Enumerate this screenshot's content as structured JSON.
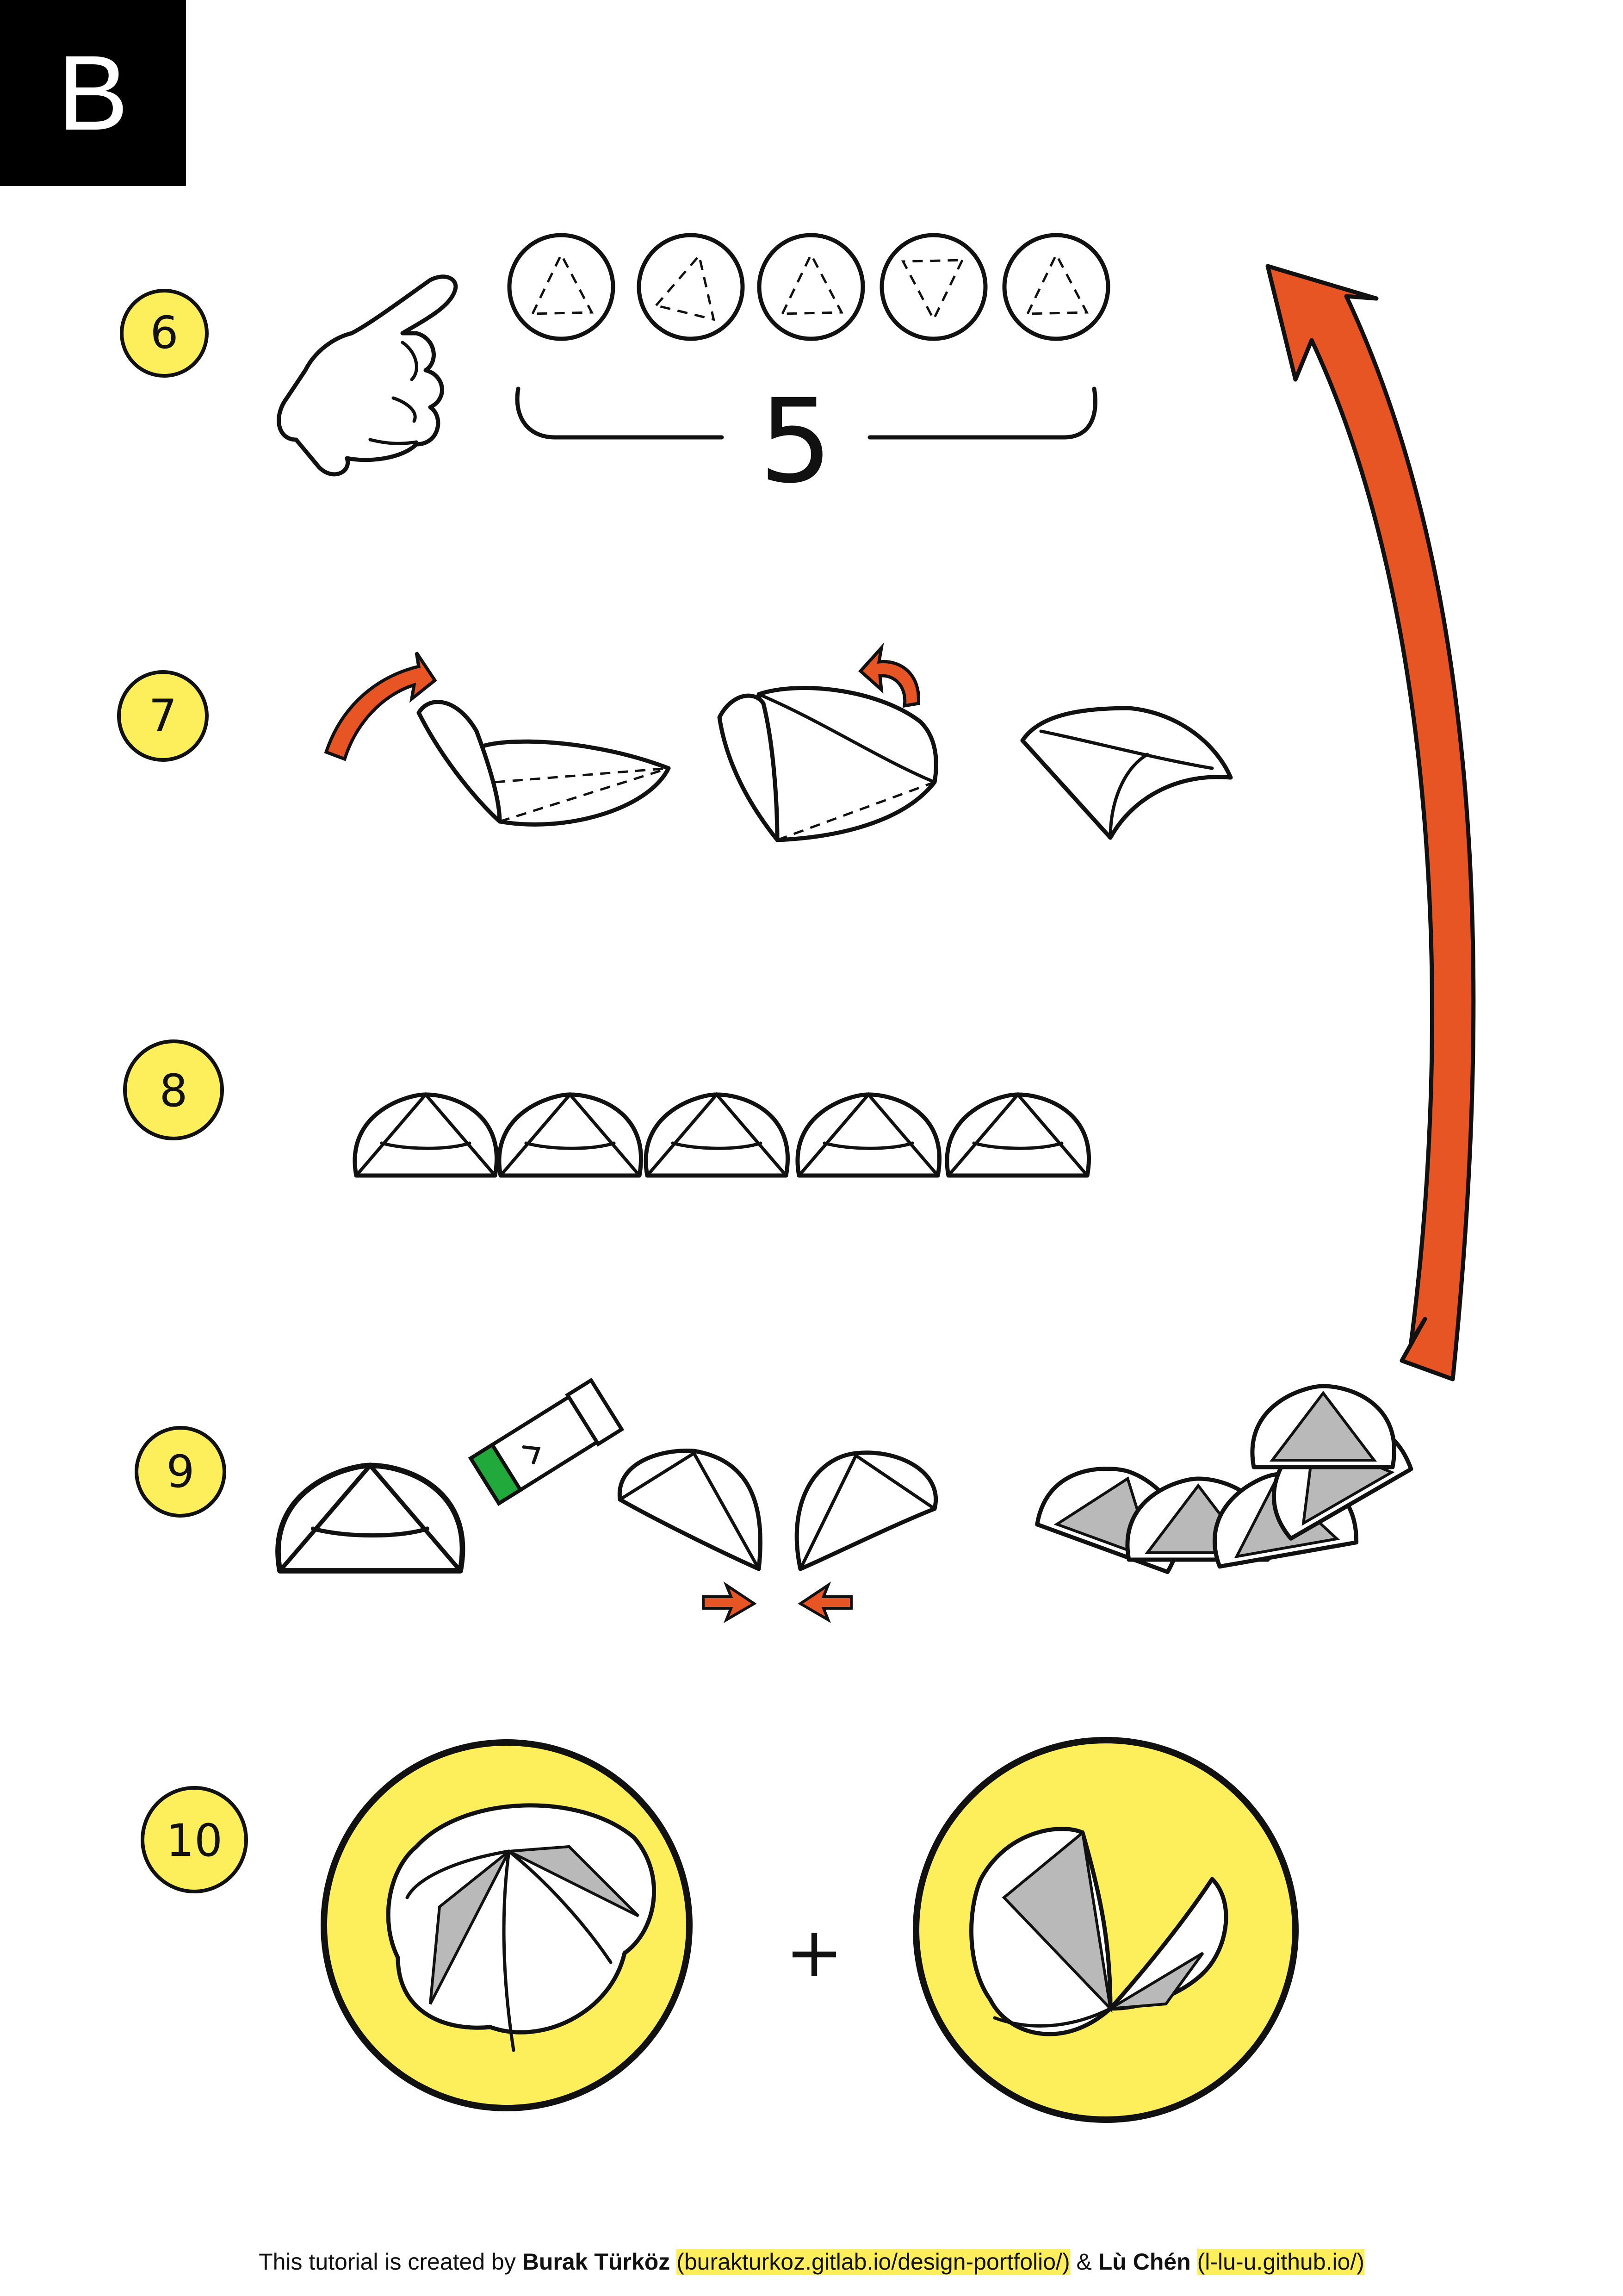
{
  "page": {
    "badge": "B",
    "steps": [
      {
        "id": "6",
        "label": "6"
      },
      {
        "id": "7",
        "label": "7"
      },
      {
        "id": "8",
        "label": "8"
      },
      {
        "id": "9",
        "label": "9"
      },
      {
        "id": "10",
        "label": "10"
      }
    ],
    "count_label": "5",
    "plus_label": "+"
  },
  "colors": {
    "yellow": "#fdef5b",
    "orange": "#e85525",
    "gray": "#b9b9b9",
    "ink": "#111111",
    "green": "#22a93b"
  },
  "icons": [
    "pointing-hand-icon",
    "glue-stick-icon",
    "curved-arrow-icon"
  ],
  "footer": {
    "prefix": "This tutorial is created by ",
    "author1": "Burak Türköz",
    "link1": "(burakturkoz.gitlab.io/design-portfolio/)",
    "sep": " & ",
    "author2": "Lù Chén",
    "link2": "(l-lu-u.github.io/)"
  }
}
